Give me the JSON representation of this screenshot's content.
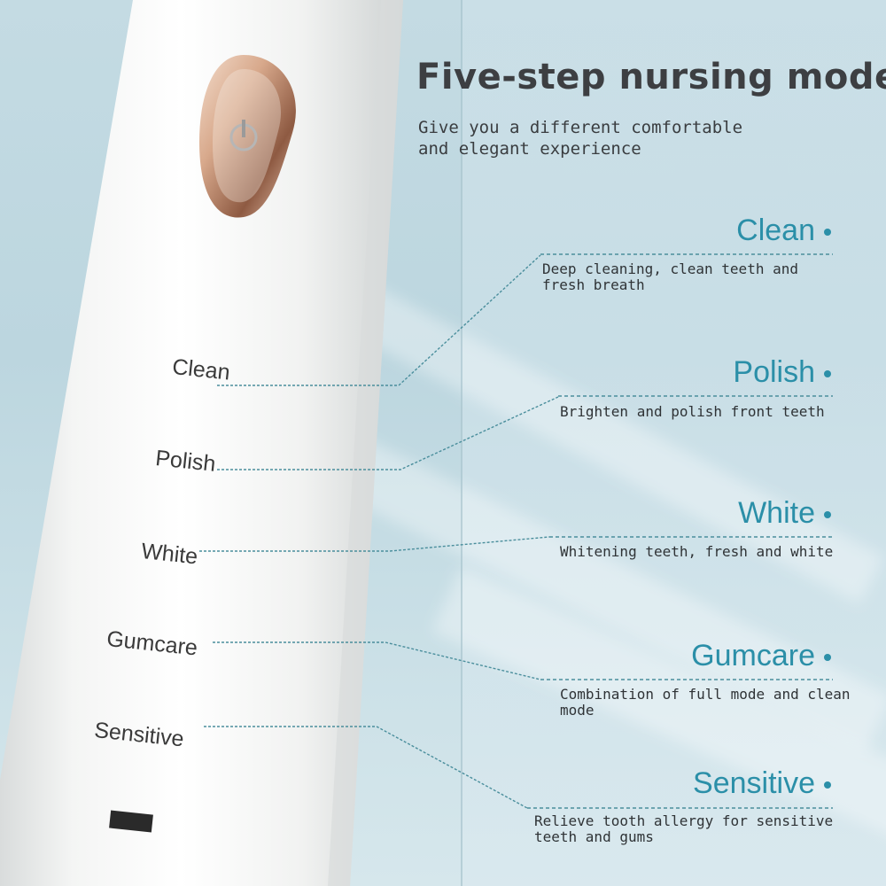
{
  "title": "Five-step nursing model",
  "subtitle": "Give you a different comfortable and elegant experience",
  "handle_labels": [
    "Clean",
    "Polish",
    "White",
    "Gumcare",
    "Sensitive"
  ],
  "modes": [
    {
      "name": "Clean",
      "description": "Deep cleaning, clean teeth and fresh breath"
    },
    {
      "name": "Polish",
      "description": "Brighten and polish front teeth"
    },
    {
      "name": "White",
      "description": "Whitening teeth, fresh and white"
    },
    {
      "name": "Gumcare",
      "description": "Combination of full mode and clean mode"
    },
    {
      "name": "Sensitive",
      "description": "Relieve tooth allergy for sensitive teeth and gums"
    }
  ],
  "colors": {
    "accent": "#2b8fa8",
    "leader_line": "#4a8e9c",
    "text_dark": "#3d3f42",
    "button_gold": "#c08a6a"
  },
  "icons": [
    "power-icon",
    "charging-port-icon"
  ]
}
